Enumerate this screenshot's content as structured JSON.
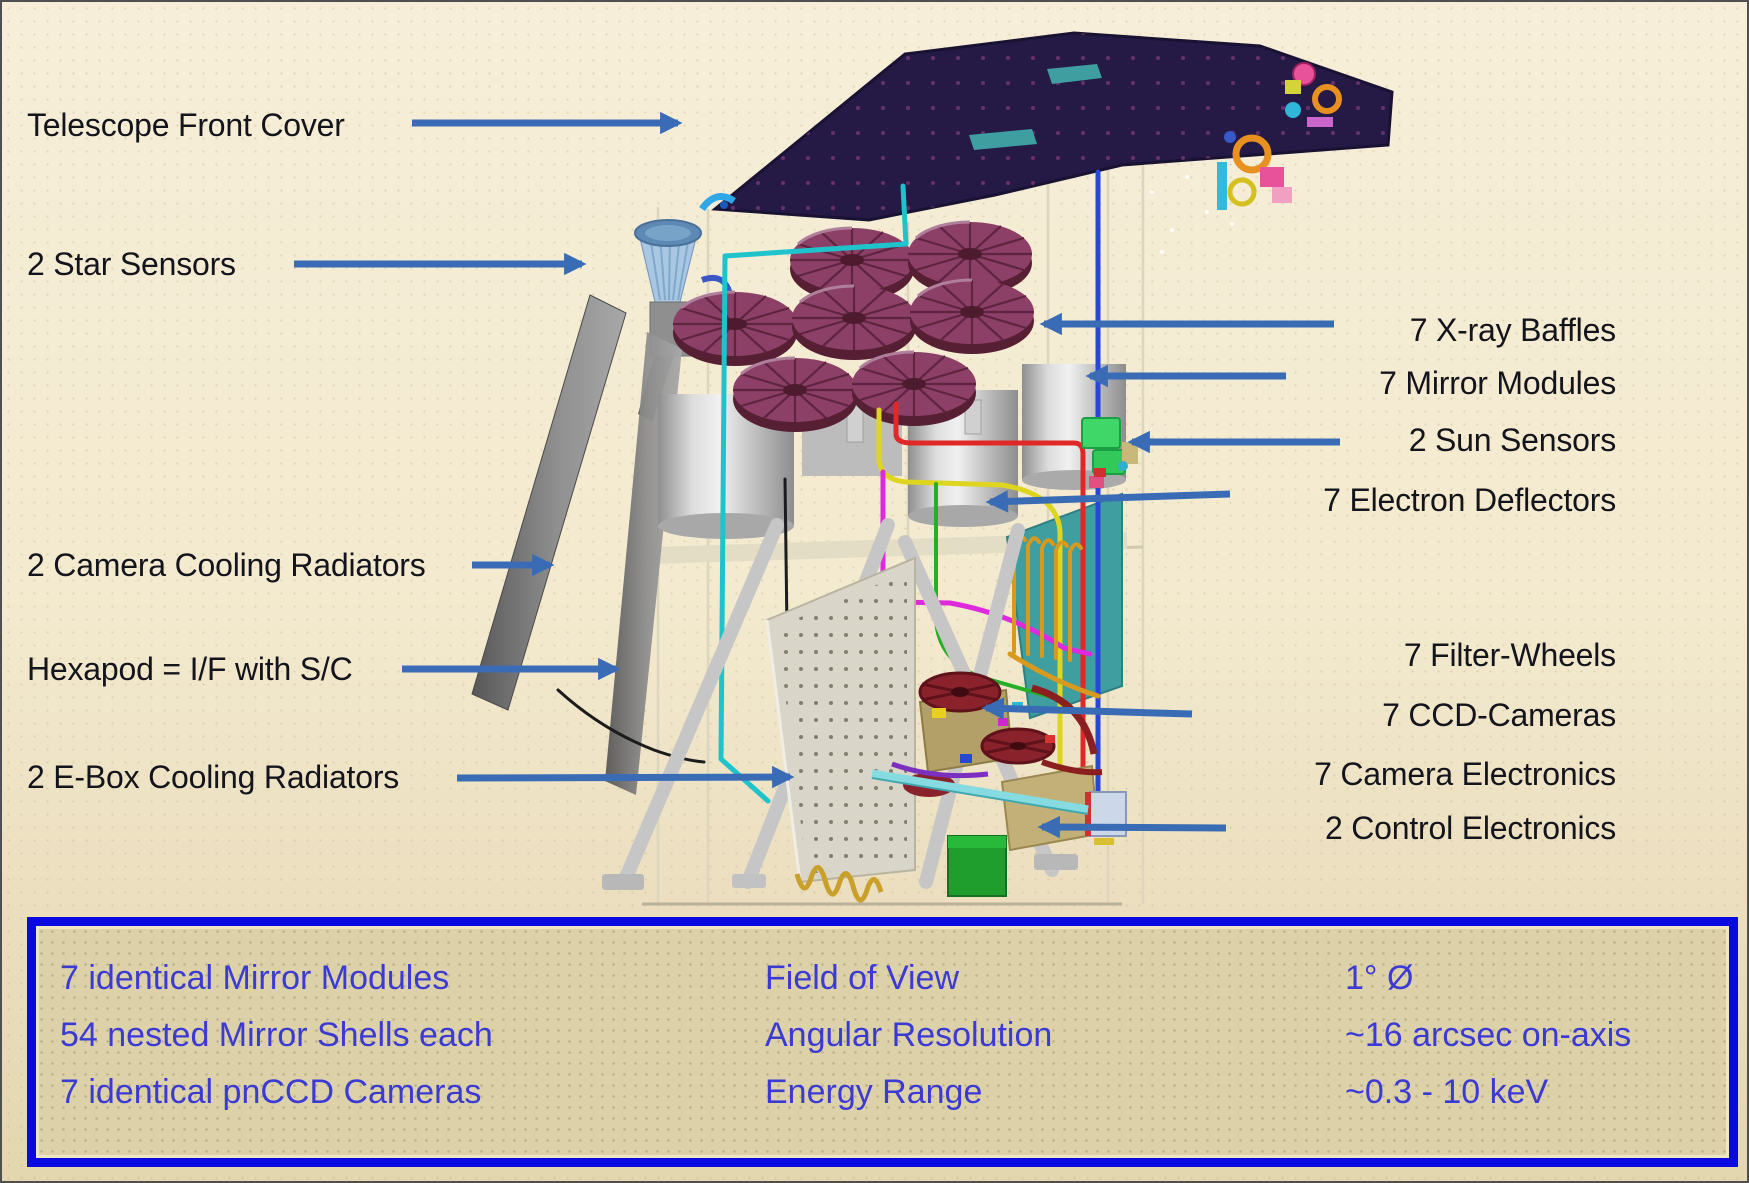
{
  "callouts_left": [
    {
      "label": "Telescope Front Cover"
    },
    {
      "label": "2 Star Sensors"
    },
    {
      "label": "2 Camera Cooling Radiators"
    },
    {
      "label": "Hexapod = I/F with S/C"
    },
    {
      "label": "2 E-Box Cooling Radiators"
    }
  ],
  "callouts_right": [
    {
      "label": "7 X-ray Baffles"
    },
    {
      "label": "7 Mirror Modules"
    },
    {
      "label": "2 Sun Sensors"
    },
    {
      "label": "7 Electron Deflectors"
    },
    {
      "label": "7 Filter-Wheels"
    },
    {
      "label": "7 CCD-Cameras"
    },
    {
      "label": "7 Camera Electronics"
    },
    {
      "label": "2 Control Electronics"
    }
  ],
  "spec_box": {
    "rows": [
      {
        "left": "7 identical Mirror Modules",
        "mid": "Field of View",
        "right": "1° Ø"
      },
      {
        "left": "54 nested Mirror Shells each",
        "mid": "Angular Resolution",
        "right": "~16 arcsec on-axis"
      },
      {
        "left": "7 identical pnCCD Cameras",
        "mid": "Energy Range",
        "right": "~0.3 - 10 keV"
      }
    ]
  },
  "colors": {
    "arrow": "#3a6cb5",
    "label_text": "#14141c",
    "spec_text": "#3b3bd4",
    "spec_border": "#0a0ae0",
    "background": "#f2e9cf",
    "front_cover": "#241a45",
    "baffle": "#8d4067",
    "teal_panel": "#3f9ea0"
  }
}
